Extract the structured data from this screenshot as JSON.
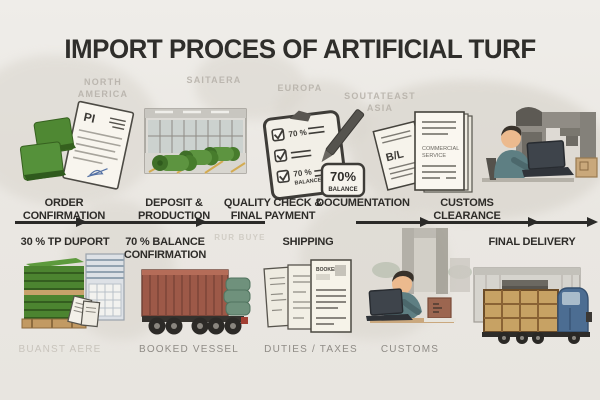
{
  "title": "IMPORT PROCES OF ARTIFICIAL TURF",
  "map_labels": {
    "north_america_line1": "NORTH",
    "north_america_line2": "AMERICA",
    "saitaera": "SAITAERA",
    "europa": "EUROPA",
    "southeast_line1": "SOUTATEAST",
    "southeast_line2": "ASIA",
    "faint_africa": "RUR BUYE"
  },
  "top_steps": [
    {
      "label": "ORDER CONFIRMATION"
    },
    {
      "label": "DEPOSIT & PRODUCTION"
    },
    {
      "label_line1": "QUALITY CHECK &",
      "label_line2": "FINAL PAYMENT"
    },
    {
      "label": "DOCUMENTATION"
    },
    {
      "label": "CUSTOMS CLEARANCE"
    }
  ],
  "bottom_steps": [
    {
      "label": "30 % TP DUPORT",
      "caption": "BUANST AERE"
    },
    {
      "label_line1": "70 % BALANCE",
      "label_line2": "CONFIRMATION",
      "caption": "BOOKED VESSEL"
    },
    {
      "label": "SHIPPING",
      "caption": "DUTIES / TAXES"
    },
    {
      "label": "",
      "caption": "CUSTOMS"
    },
    {
      "label": "FINAL DELIVERY",
      "caption": ""
    }
  ],
  "icon_texts": {
    "proforma_invoice": "PI",
    "checklist_row1": "70 %",
    "checklist_row3a": "70 %",
    "checklist_row3b": "BALANCE",
    "badge_percent": "70%",
    "badge_word": "BALANCE",
    "bill_of_lading": "B/L",
    "commercial_line1": "COMMERCIAL",
    "commercial_line2": "SERVICE",
    "booked_doc": "BOOKED"
  },
  "colors": {
    "background": "#eae7e2",
    "title_text": "#2f2e2b",
    "label_text": "#2e2c29",
    "caption_gray": "#8f8c86",
    "turf_green": "#4d8531",
    "turf_green_dark": "#36611f",
    "paper": "#f7f4ec",
    "container_red": "#9c5a49",
    "truck_cab_blue": "#4c6d92",
    "crate_tan": "#c7a264",
    "sweater_teal": "#5e7f83",
    "machine_gray": "#908c85",
    "arrow_dark": "#2b2a28"
  }
}
